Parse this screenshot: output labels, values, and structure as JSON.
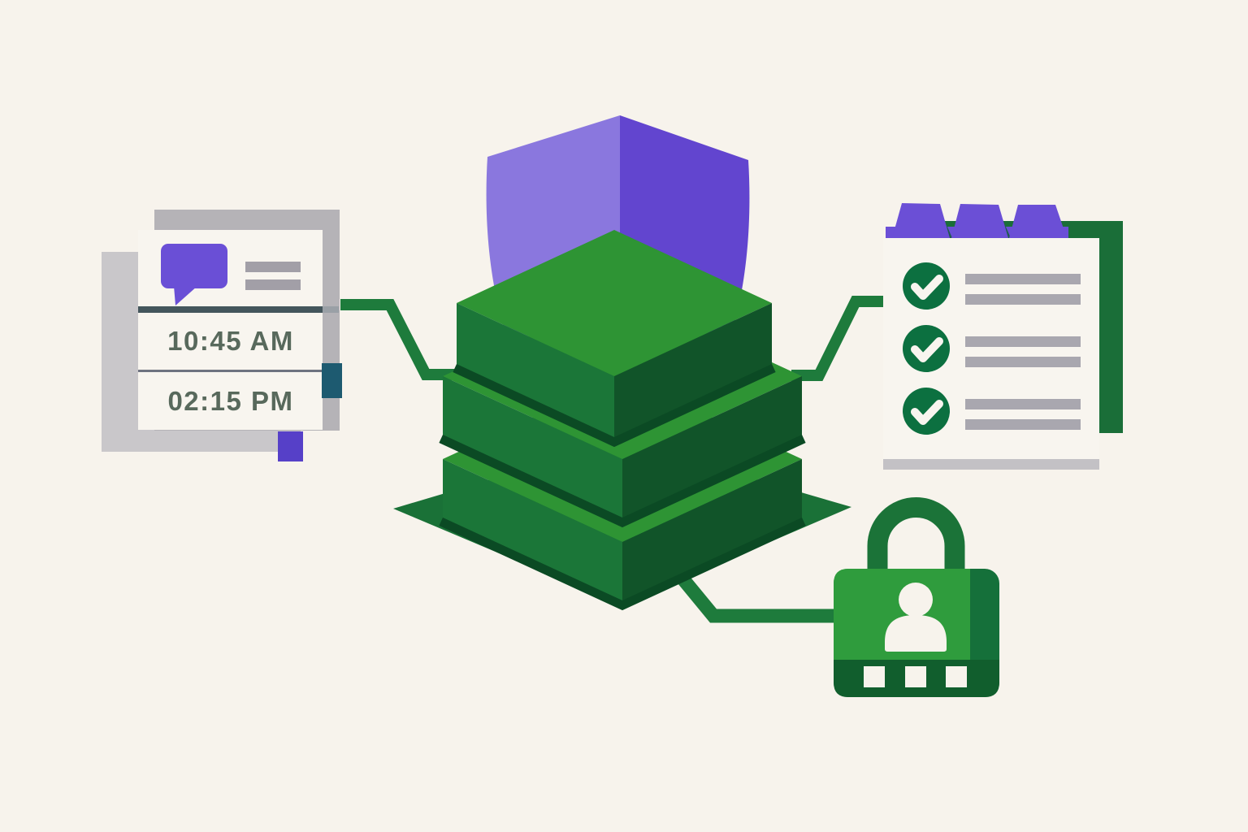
{
  "illustration": {
    "type": "isometric-security-data-illustration",
    "elements": [
      "shield",
      "data-stack",
      "schedule-card",
      "checklist-card",
      "user-lock"
    ],
    "icons": [
      "shield-icon",
      "data-stack-icon",
      "speech-bubble-icon",
      "folder-tabs-icon",
      "check-circle-icon",
      "padlock-icon",
      "user-icon",
      "keypad-icon"
    ]
  },
  "schedule_card": {
    "times": [
      "10:45 AM",
      "02:15 PM"
    ],
    "placeholder_lines": 2
  },
  "checklist_card": {
    "rows": 3,
    "checked_rows": 3,
    "tabs": 3,
    "placeholder_lines_per_row": 2
  },
  "lock": {
    "keypad_squares": 3
  },
  "connectors": {
    "count": 3,
    "links": [
      "schedule-card to data-stack",
      "data-stack to checklist-card",
      "data-stack to user-lock"
    ]
  },
  "palette": {
    "background": "#f7f3ec",
    "shield_purple_light": "#8a77de",
    "shield_purple_dark": "#6245cf",
    "accent_purple": "#6a4fd6",
    "accent_purple_square": "#5640c8",
    "teal_accent": "#1d5a70",
    "stack_green_top": "#2e9434",
    "stack_green_left": "#1b7638",
    "stack_green_right": "#115429",
    "stack_green_base": "#1a7137",
    "stack_green_shadow": "#0b4a24",
    "connector_green": "#1e7b3c",
    "checklist_back_green": "#1a6e38",
    "check_circle_green": "#0c7040",
    "lock_green_light": "#2f9c3d",
    "lock_green_dark": "#15703a",
    "lock_band_green": "#115e2d",
    "card_gray": "#b5b3b7",
    "card_gray_light": "#c9c7ca",
    "paper": "#f8f5ef",
    "placeholder_gray": "#a29fa7",
    "time_text_color": "#58695c"
  }
}
